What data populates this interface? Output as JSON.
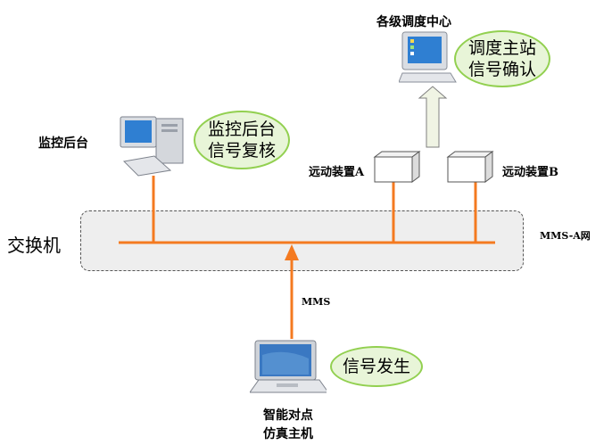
{
  "labels": {
    "dispatch_center": "各级调度中心",
    "monitor_backend": "监控后台",
    "switch": "交换机",
    "mms_a_net": "MMS-A网",
    "mms": "MMS",
    "remote_a": "远动装置A",
    "remote_b": "远动装置B",
    "sim_host_line1": "智能对点",
    "sim_host_line2": "仿真主机"
  },
  "bubbles": {
    "dispatch_confirm": {
      "line1": "调度主站",
      "line2": "信号确认"
    },
    "backend_review": {
      "line1": "监控后台",
      "line2": "信号复核"
    },
    "signal_generate": {
      "line1": "信号发生"
    }
  },
  "colors": {
    "network_line": "#f47a20",
    "bubble_fill": "#e8f5d8",
    "bubble_border": "#92d050",
    "switch_box_border": "#555555",
    "switch_box_fill": "#eeeeee",
    "arrow_fill": "#f0f4e4",
    "arrow_border": "#7f7f7f"
  },
  "icons": [
    "desktop-computer-icon",
    "workstation-icon",
    "remote-device-icon",
    "laptop-icon"
  ]
}
